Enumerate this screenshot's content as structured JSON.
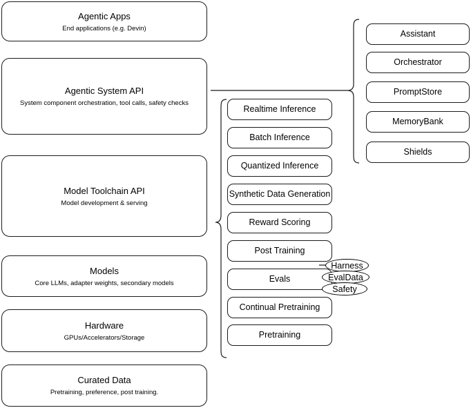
{
  "diagram": {
    "title": "Agentic stack layers",
    "stroke_color": "#1a1a1a",
    "background_color": "#ffffff"
  },
  "layers": [
    {
      "id": "agentic-apps",
      "title": "Agentic Apps",
      "subtitle": "End applications (e.g. Devin)"
    },
    {
      "id": "agentic-system-api",
      "title": "Agentic System API",
      "subtitle": "System component orchestration, tool calls, safety checks"
    },
    {
      "id": "model-toolchain-api",
      "title": "Model Toolchain API",
      "subtitle": "Model development & serving"
    },
    {
      "id": "models",
      "title": "Models",
      "subtitle": "Core LLMs, adapter weights, secondary models"
    },
    {
      "id": "hardware",
      "title": "Hardware",
      "subtitle": "GPUs/Accelerators/Storage"
    },
    {
      "id": "curated-data",
      "title": "Curated Data",
      "subtitle": "Pretraining, preference, post training."
    }
  ],
  "toolchain_capabilities": [
    {
      "id": "realtime-inference",
      "label": "Realtime Inference"
    },
    {
      "id": "batch-inference",
      "label": "Batch Inference"
    },
    {
      "id": "quantized-inference",
      "label": "Quantized Inference"
    },
    {
      "id": "synthetic-data-generation",
      "label": "Synthetic Data Generation"
    },
    {
      "id": "reward-scoring",
      "label": "Reward Scoring"
    },
    {
      "id": "post-training",
      "label": "Post Training"
    },
    {
      "id": "evals",
      "label": "Evals"
    },
    {
      "id": "continual-pretraining",
      "label": "Continual Pretraining"
    },
    {
      "id": "pretraining",
      "label": "Pretraining"
    }
  ],
  "system_components": [
    {
      "id": "assistant",
      "label": "Assistant"
    },
    {
      "id": "orchestrator",
      "label": "Orchestrator"
    },
    {
      "id": "promptstore",
      "label": "PromptStore"
    },
    {
      "id": "memorybank",
      "label": "MemoryBank"
    },
    {
      "id": "shields",
      "label": "Shields"
    }
  ],
  "eval_chips": [
    {
      "id": "harness",
      "label": "Harness"
    },
    {
      "id": "evaldata",
      "label": "EvalData"
    },
    {
      "id": "safety",
      "label": "Safety"
    }
  ]
}
